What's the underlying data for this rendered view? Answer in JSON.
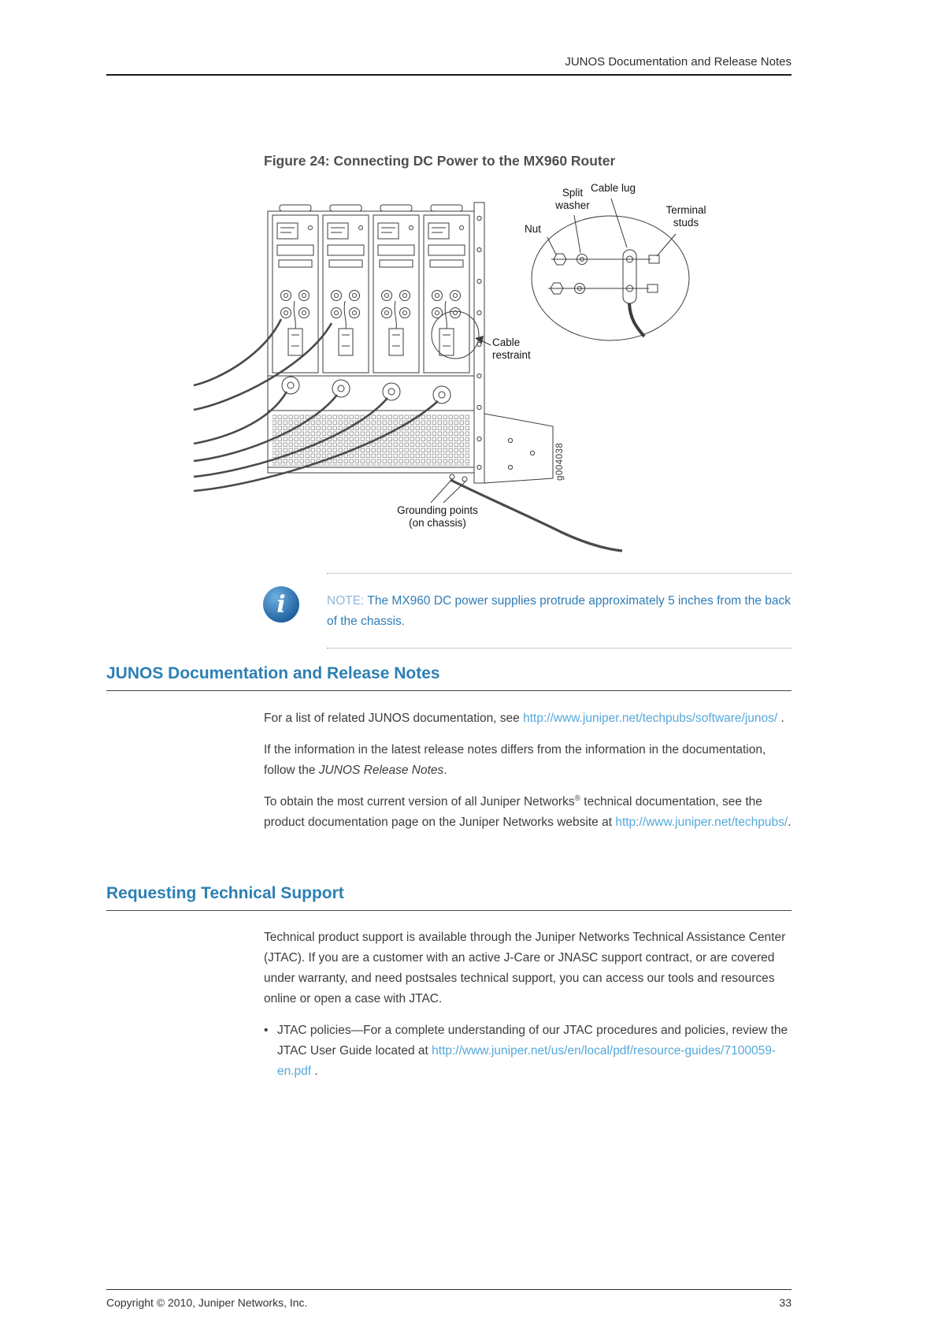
{
  "header": {
    "title": "JUNOS Documentation and Release Notes"
  },
  "figure": {
    "title": "Figure 24: Connecting DC Power to the MX960 Router",
    "labels": {
      "split_washer": "Split\nwasher",
      "cable_lug": "Cable lug",
      "nut": "Nut",
      "terminal_studs": "Terminal\nstuds",
      "cable_restraint": "Cable\nrestraint",
      "grounding_points": "Grounding points\n(on chassis)",
      "figure_id": "g004038"
    }
  },
  "note": {
    "label": "NOTE:",
    "text": "The MX960 DC power supplies protrude approximately 5 inches from the back of the chassis."
  },
  "doc_section": {
    "heading": "JUNOS Documentation and Release Notes",
    "p1_text": "For a list of related JUNOS documentation, see",
    "p1_link": "http://www.juniper.net/techpubs/software/junos/",
    "p1_suffix": " .",
    "p2_text": "If the information in the latest release notes differs from the information in the documentation, follow the ",
    "p2_italic": "JUNOS Release Notes",
    "p2_suffix": ".",
    "p3_text": "To obtain the most current version of all Juniper Networks",
    "p3_trademark": "®",
    "p3_text2": "technical documentation, see the product documentation page on the Juniper Networks website at",
    "p3_link": "http://www.juniper.net/techpubs/",
    "p3_suffix": "."
  },
  "support_section": {
    "heading": "Requesting Technical Support",
    "p1": "Technical product support is available through the Juniper Networks Technical Assistance Center (JTAC). If you are a customer with an active J-Care or JNASC support contract, or are covered under warranty, and need postsales technical support, you can access our tools and resources online or open a case with JTAC.",
    "bullet": {
      "marker": "•",
      "text": "JTAC policies—For a complete understanding of our JTAC procedures and policies, review the JTAC User Guide located at",
      "link": "http://www.juniper.net/us/en/local/pdf/resource-guides/7100059-en.pdf",
      "suffix": " ."
    }
  },
  "footer": {
    "copyright": "Copyright © 2010, Juniper Networks, Inc.",
    "page_number": "33"
  },
  "colors": {
    "heading_blue": "#2c80b4",
    "link_blue": "#55a8da",
    "note_blue": "#2f7db5",
    "note_label_blue": "#8fb8d9"
  }
}
